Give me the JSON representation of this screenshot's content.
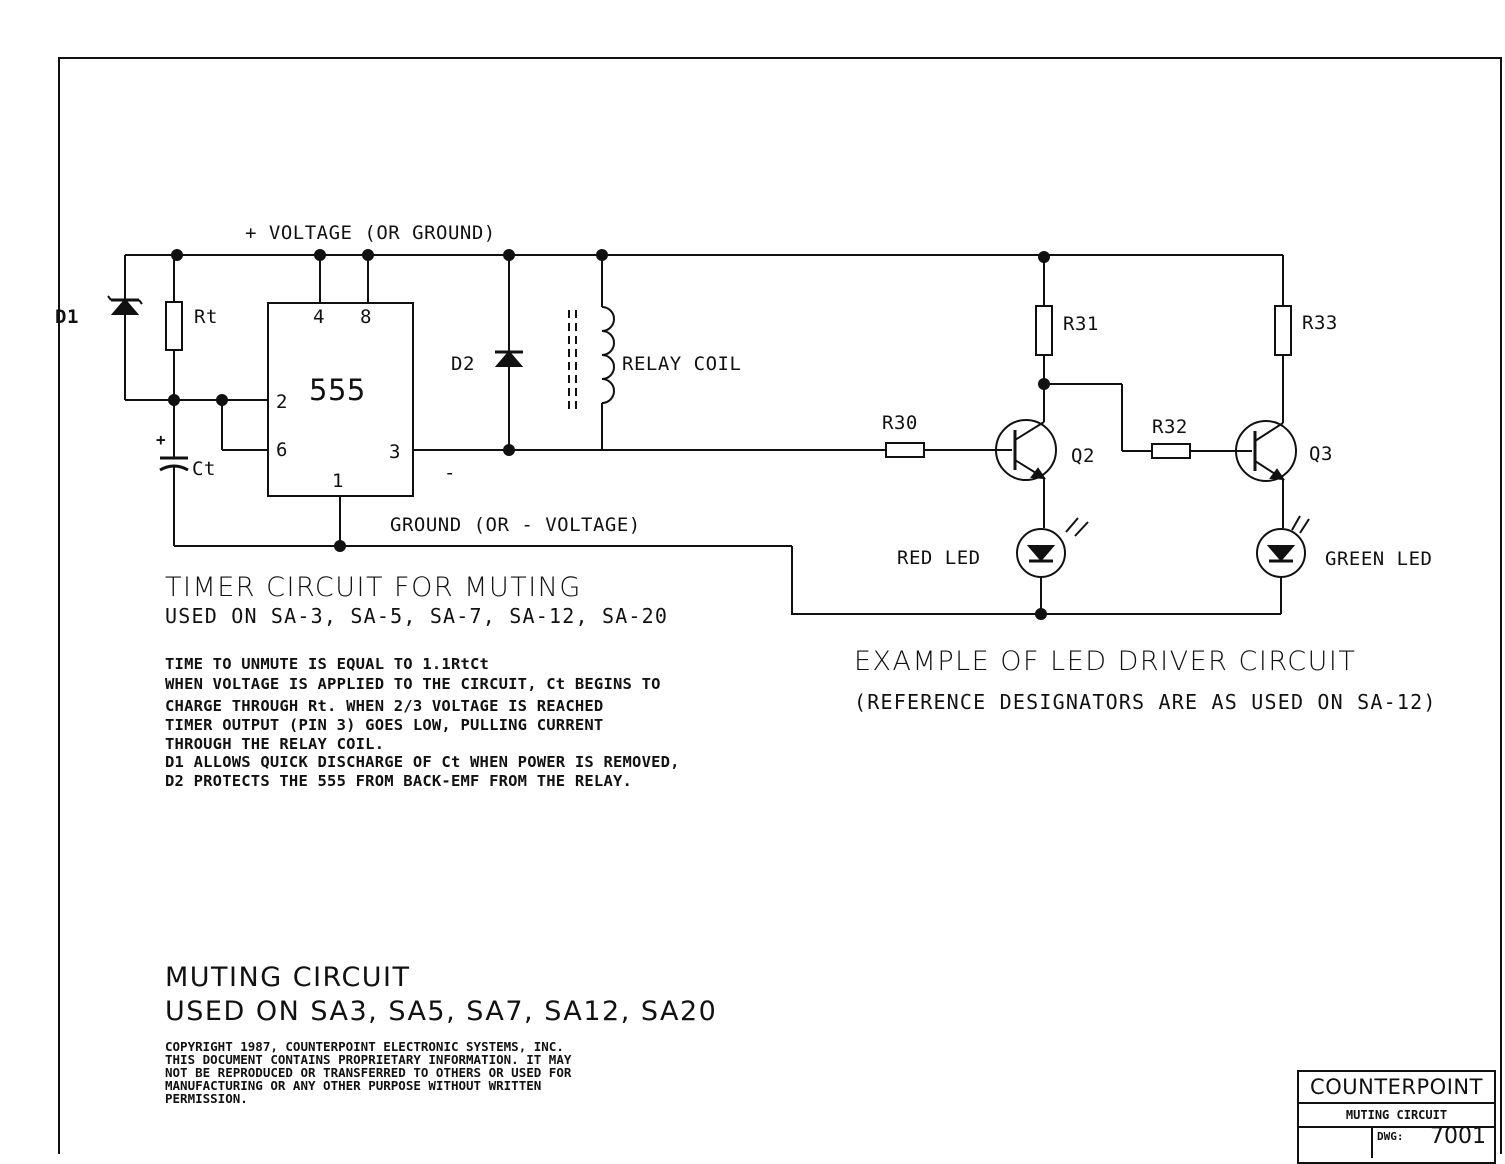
{
  "labels": {
    "supply": "+ VOLTAGE (OR GROUND)",
    "ground": "GROUND (OR - VOLTAGE)",
    "d1": "D1",
    "rt": "Rt",
    "ct": "Ct",
    "chip": "555",
    "pin4": "4",
    "pin8": "8",
    "pin2": "2",
    "pin6": "6",
    "pin3": "3",
    "pin1": "1",
    "d2": "D2",
    "relay": "RELAY COIL",
    "r30": "R30",
    "r31": "R31",
    "r32": "R32",
    "r33": "R33",
    "q2": "Q2",
    "q3": "Q3",
    "red_led": "RED LED",
    "green_led": "GREEN LED",
    "cap_plus": "+",
    "minus_mark": "-"
  },
  "timer_section": {
    "title": "TIMER CIRCUIT FOR MUTING",
    "used_on": "USED ON SA-3, SA-5, SA-7, SA-12, SA-20",
    "notes": [
      "TIME TO UNMUTE IS EQUAL TO 1.1RtCt",
      "WHEN VOLTAGE IS APPLIED TO THE CIRCUIT, Ct BEGINS TO",
      "CHARGE THROUGH Rt.  WHEN 2/3 VOLTAGE IS REACHED",
      "TIMER OUTPUT (PIN 3) GOES LOW, PULLING CURRENT",
      "THROUGH THE RELAY COIL.",
      "D1 ALLOWS QUICK DISCHARGE OF Ct WHEN POWER IS REMOVED,",
      "D2 PROTECTS THE 555 FROM BACK-EMF FROM THE RELAY."
    ]
  },
  "led_section": {
    "title": "EXAMPLE OF LED DRIVER CIRCUIT",
    "subtitle": "(REFERENCE DESIGNATORS ARE AS USED ON SA-12)"
  },
  "muting": {
    "title": "MUTING CIRCUIT",
    "used_on": "USED ON SA3, SA5, SA7, SA12, SA20"
  },
  "copyright": [
    "COPYRIGHT 1987, COUNTERPOINT ELECTRONIC SYSTEMS, INC.",
    "THIS DOCUMENT CONTAINS PROPRIETARY INFORMATION. IT MAY",
    "NOT BE REPRODUCED OR TRANSFERRED TO OTHERS OR USED FOR",
    "MANUFACTURING OR ANY OTHER PURPOSE WITHOUT WRITTEN",
    "PERMISSION."
  ],
  "title_block": {
    "company": "COUNTERPOINT",
    "drawing_title": "MUTING CIRCUIT",
    "dwg_label": "DWG:",
    "dwg_number": "7001"
  }
}
